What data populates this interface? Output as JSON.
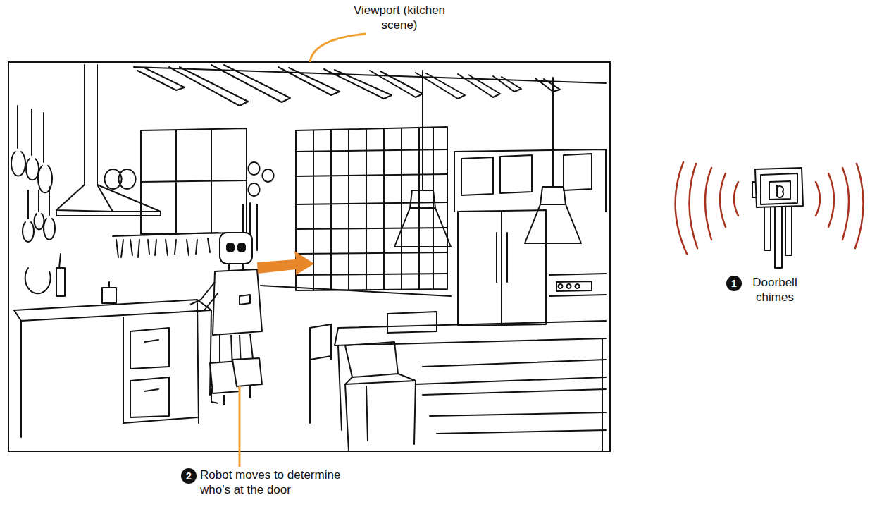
{
  "diagram": {
    "nodes": [
      {
        "text": [
          "1"
        ]
      },
      {
        "text": [
          "2"
        ]
      }
    ],
    "labels": [
      "Viewport (kitchen scene)",
      "Doorbell chimes",
      "Robot moves to determine who's at the door"
    ]
  }
}
